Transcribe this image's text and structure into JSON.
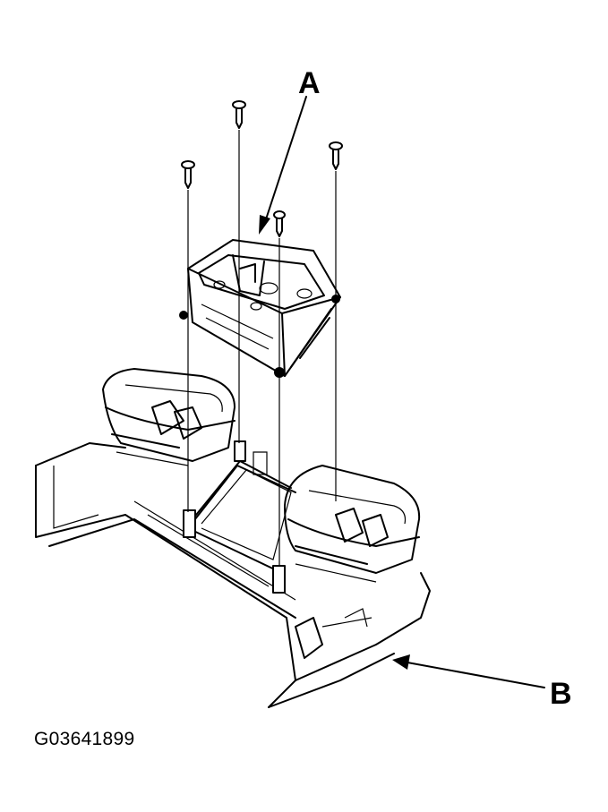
{
  "callouts": {
    "a": "A",
    "b": "B"
  },
  "figure_id": "G03641899"
}
